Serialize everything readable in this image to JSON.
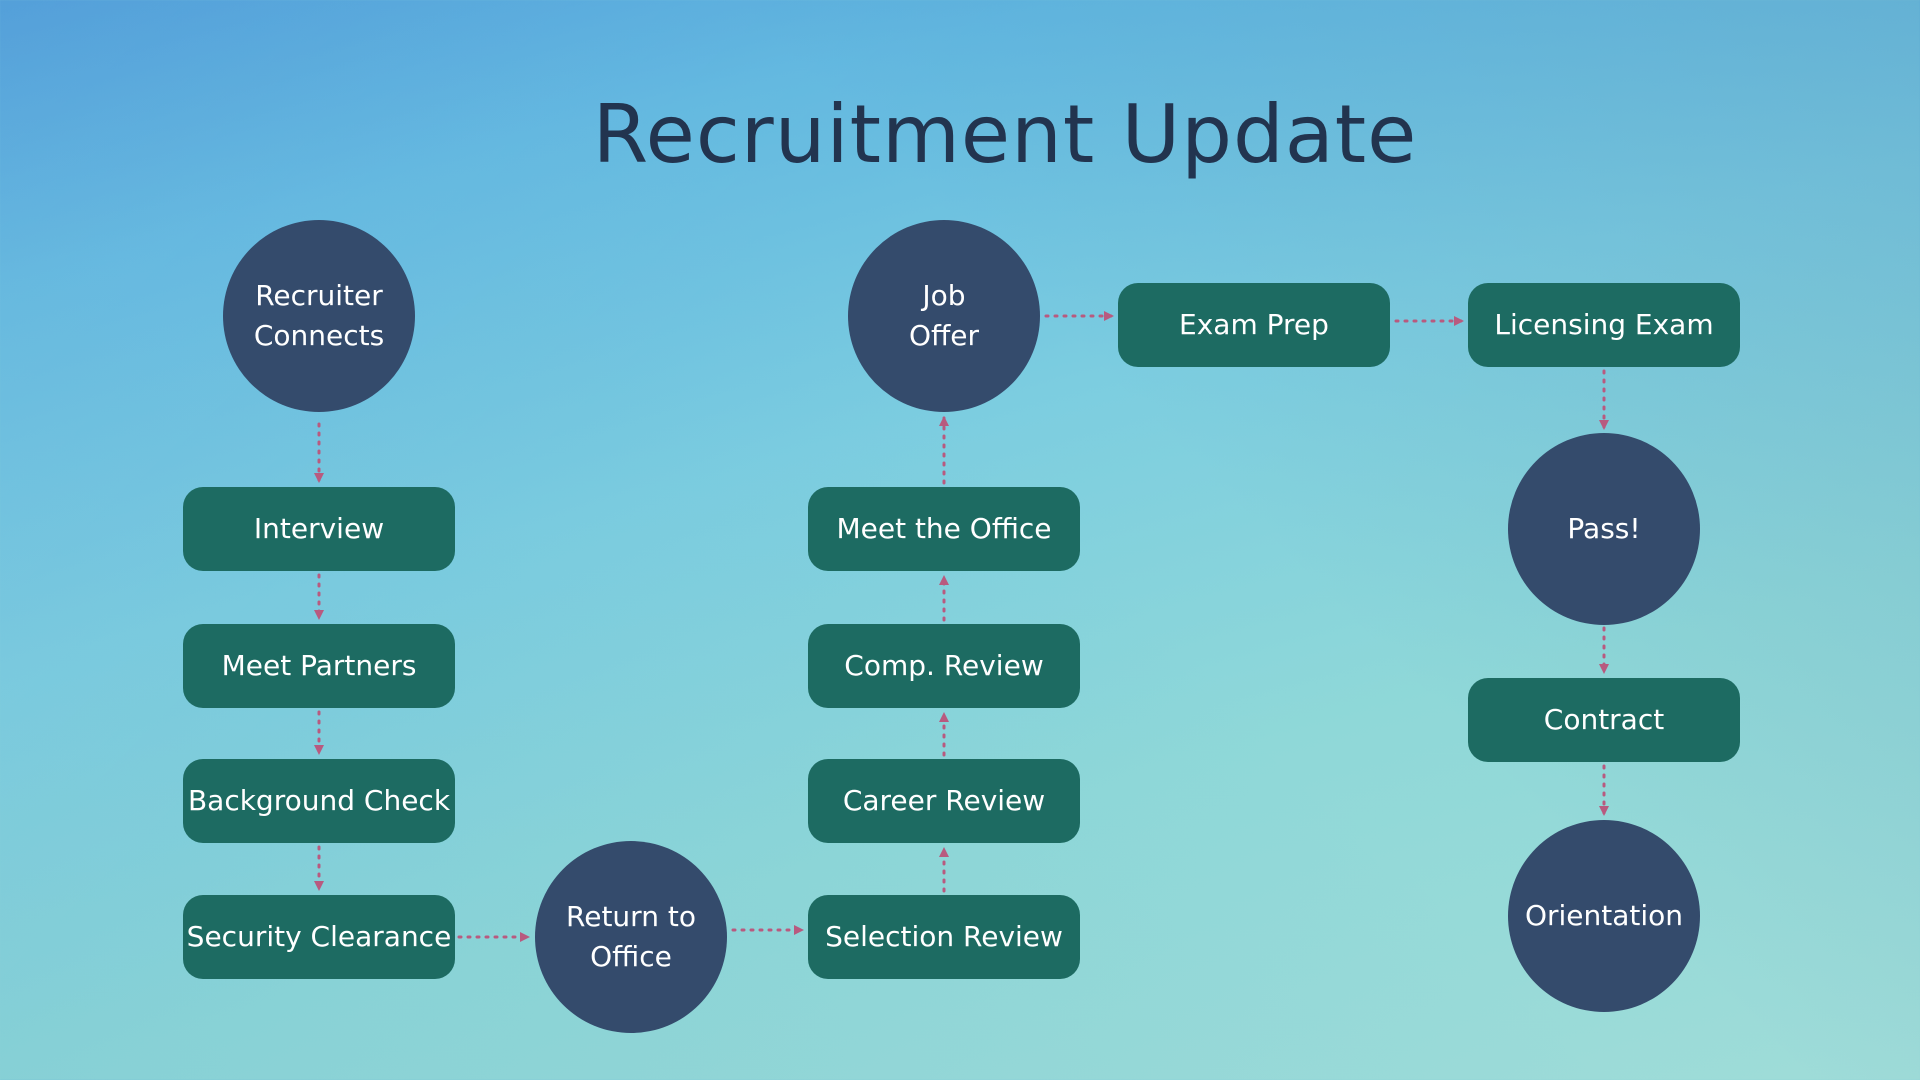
{
  "title": "Recruitment Update",
  "colors": {
    "circle_fill": "#344b6c",
    "rect_fill": "#1d6b62",
    "arrow": "#b85a7f",
    "title_text": "#22344f"
  },
  "nodes": {
    "recruiter_connects": "Recruiter\nConnects",
    "interview": "Interview",
    "meet_partners": "Meet Partners",
    "background_check": "Background Check",
    "security_clearance": "Security Clearance",
    "return_to_office": "Return to\nOffice",
    "selection_review": "Selection Review",
    "career_review": "Career Review",
    "comp_review": "Comp. Review",
    "meet_the_office": "Meet the Office",
    "job_offer": "Job\nOffer",
    "exam_prep": "Exam Prep",
    "licensing_exam": "Licensing Exam",
    "pass": "Pass!",
    "contract": "Contract",
    "orientation": "Orientation"
  },
  "flow": [
    [
      "recruiter_connects",
      "interview"
    ],
    [
      "interview",
      "meet_partners"
    ],
    [
      "meet_partners",
      "background_check"
    ],
    [
      "background_check",
      "security_clearance"
    ],
    [
      "security_clearance",
      "return_to_office"
    ],
    [
      "return_to_office",
      "selection_review"
    ],
    [
      "selection_review",
      "career_review"
    ],
    [
      "career_review",
      "comp_review"
    ],
    [
      "comp_review",
      "meet_the_office"
    ],
    [
      "meet_the_office",
      "job_offer"
    ],
    [
      "job_offer",
      "exam_prep"
    ],
    [
      "exam_prep",
      "licensing_exam"
    ],
    [
      "licensing_exam",
      "pass"
    ],
    [
      "pass",
      "contract"
    ],
    [
      "contract",
      "orientation"
    ]
  ]
}
